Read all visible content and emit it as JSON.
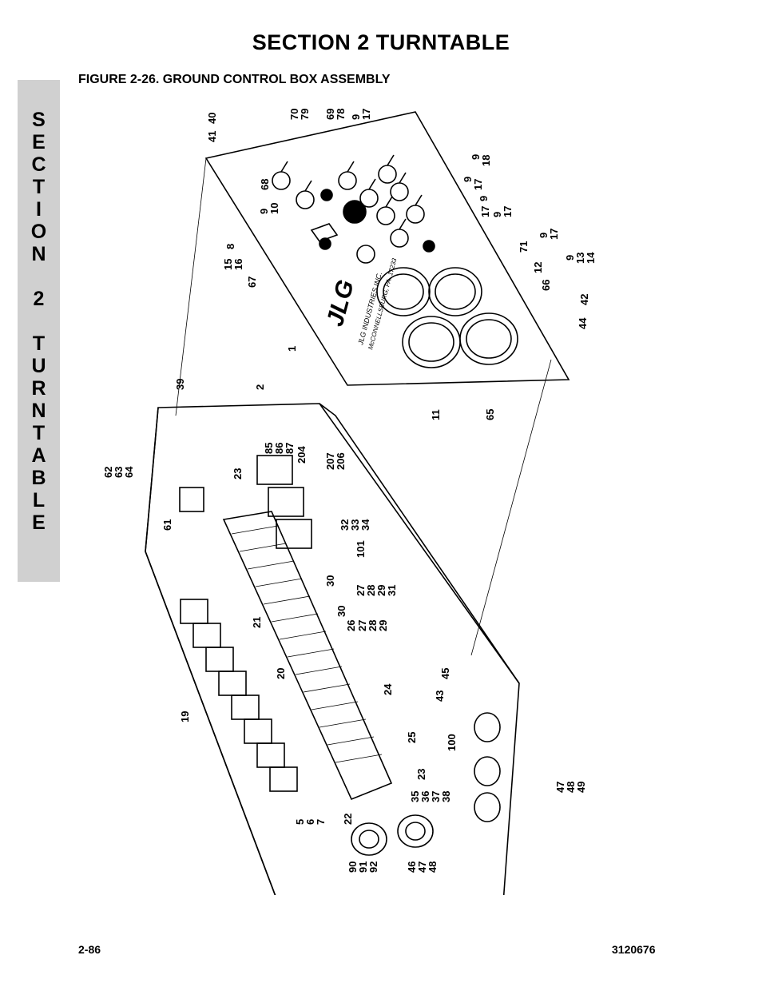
{
  "header": {
    "section_title": "SECTION 2  TURNTABLE",
    "figure_title": "FIGURE 2-26.  GROUND CONTROL BOX ASSEMBLY"
  },
  "side_tab": {
    "letters": [
      "S",
      "E",
      "C",
      "T",
      "I",
      "O",
      "N",
      "",
      "2",
      "",
      "T",
      "U",
      "R",
      "N",
      "T",
      "A",
      "B",
      "L",
      "E"
    ]
  },
  "panel": {
    "logo": "JLG",
    "maker_line_1": "JLG INDUSTRIES INC.",
    "maker_line_2": "McCONNELLSBURG, PA. 17233"
  },
  "callouts": [
    "40",
    "41",
    "70",
    "79",
    "69",
    "78",
    "9",
    "17",
    "9",
    "18",
    "68",
    "9",
    "17",
    "9",
    "10",
    "9",
    "17",
    "9",
    "17",
    "8",
    "15",
    "16",
    "9",
    "17",
    "71",
    "9",
    "13",
    "14",
    "67",
    "12",
    "66",
    "42",
    "44",
    "1",
    "11",
    "65",
    "39",
    "2",
    "85",
    "86",
    "87",
    "204",
    "207",
    "206",
    "23",
    "62",
    "63",
    "64",
    "61",
    "32",
    "33",
    "34",
    "101",
    "30",
    "27",
    "28",
    "29",
    "31",
    "30",
    "26",
    "27",
    "28",
    "29",
    "21",
    "20",
    "24",
    "19",
    "45",
    "43",
    "25",
    "100",
    "23",
    "5",
    "6",
    "7",
    "22",
    "35",
    "36",
    "37",
    "38",
    "47",
    "48",
    "49",
    "90",
    "91",
    "92",
    "46",
    "47",
    "48"
  ],
  "footer": {
    "page_number": "2-86",
    "doc_number": "3120676"
  }
}
